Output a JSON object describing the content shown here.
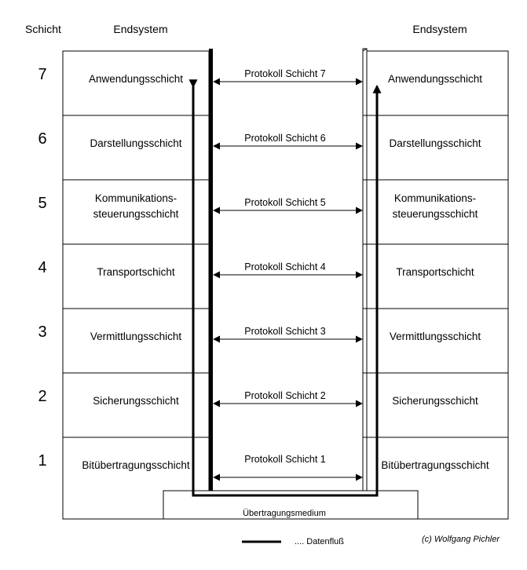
{
  "header": {
    "layer_column": "Schicht",
    "left_system": "Endsystem",
    "right_system": "Endsystem"
  },
  "layers": [
    {
      "number": "7",
      "name_lines": [
        "Anwendungsschicht"
      ],
      "protocol": "Protokoll Schicht 7"
    },
    {
      "number": "6",
      "name_lines": [
        "Darstellungsschicht"
      ],
      "protocol": "Protokoll Schicht 6"
    },
    {
      "number": "5",
      "name_lines": [
        "Kommunikations-",
        "steuerungsschicht"
      ],
      "protocol": "Protokoll Schicht 5"
    },
    {
      "number": "4",
      "name_lines": [
        "Transportschicht"
      ],
      "protocol": "Protokoll Schicht 4"
    },
    {
      "number": "3",
      "name_lines": [
        "Vermittlungsschicht"
      ],
      "protocol": "Protokoll Schicht 3"
    },
    {
      "number": "2",
      "name_lines": [
        "Sicherungsschicht"
      ],
      "protocol": "Protokoll Schicht 2"
    },
    {
      "number": "1",
      "name_lines": [
        "Bitübertragungsschicht"
      ],
      "protocol": "Protokoll Schicht 1"
    }
  ],
  "medium": "Übertragungsmedium",
  "legend": {
    "label": ".... Datenfluß"
  },
  "copyright": "(c) Wolfgang Pichler"
}
